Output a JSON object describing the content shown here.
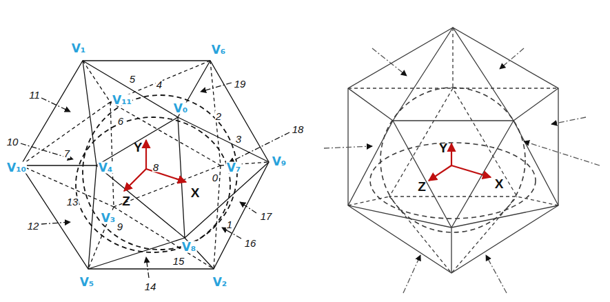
{
  "diagram": {
    "labels": [
      "V₁",
      "V₆",
      "V₁₁",
      "V₀",
      "V₁₀",
      "V₄",
      "V₇",
      "V₉",
      "V₃",
      "V₈",
      "V₅",
      "V₂",
      "0",
      "1",
      "2",
      "3",
      "4",
      "5",
      "6",
      "7",
      "8",
      "9",
      "10",
      "11",
      "12",
      "13",
      "14",
      "15",
      "16",
      "17",
      "18",
      "19",
      "Y",
      "Z",
      "X",
      "Y",
      "Z",
      "X"
    ]
  }
}
